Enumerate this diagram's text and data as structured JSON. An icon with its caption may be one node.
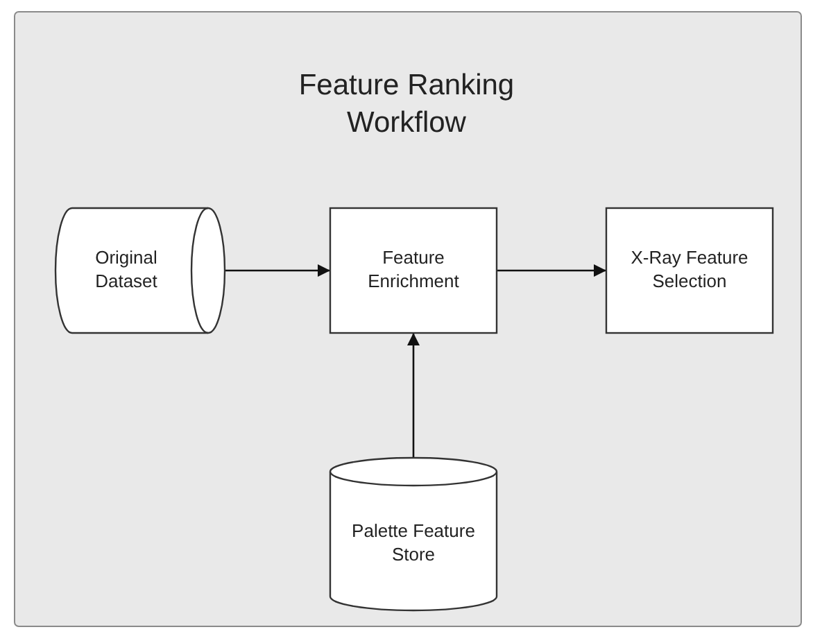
{
  "diagram": {
    "title": "Feature Ranking Workflow",
    "nodes": [
      {
        "text": [
          "Original Dataset"
        ]
      },
      {
        "text": [
          "Feature Enrichment"
        ]
      },
      {
        "text": [
          "X-Ray Feature Selection"
        ]
      },
      {
        "text": [
          "Palette Feature Store"
        ]
      }
    ],
    "edges": [
      {
        "from": 0,
        "to": 1,
        "arrow": "to"
      },
      {
        "from": 1,
        "to": 2,
        "arrow": "to"
      },
      {
        "from": 3,
        "to": 1,
        "arrow": "to"
      }
    ]
  }
}
